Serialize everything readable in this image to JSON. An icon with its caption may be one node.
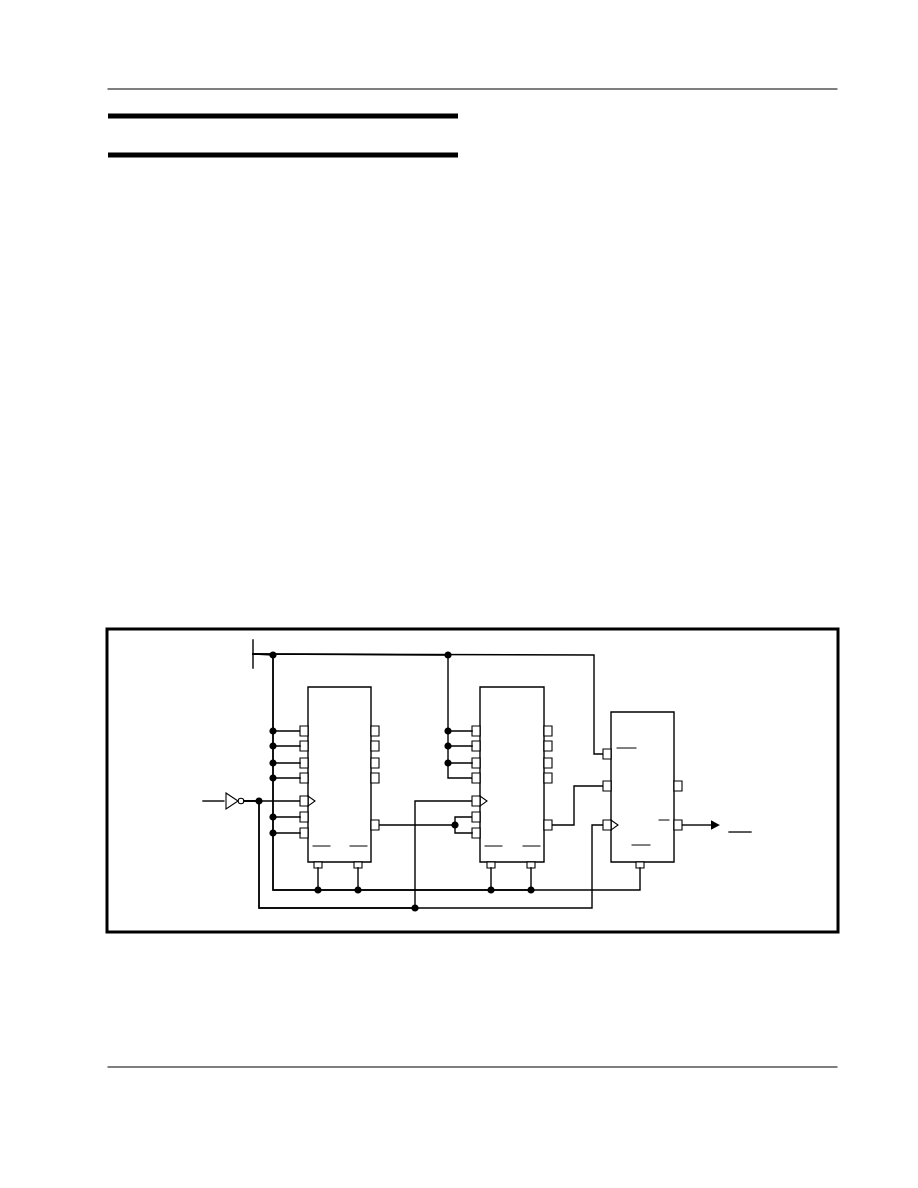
{
  "diagram": {
    "nodes": [
      {
        "text": [],
        "shape": "bar"
      },
      {
        "text": [],
        "shape": "triangle"
      },
      {
        "text": [],
        "shape": "box"
      },
      {
        "text": [],
        "shape": "box"
      },
      {
        "text": [],
        "shape": "box"
      }
    ],
    "edges": [
      {
        "from": null,
        "to": 1,
        "arrow": "none"
      },
      {
        "from": 0,
        "to": 2,
        "arrow": "none"
      },
      {
        "from": 0,
        "to": 3,
        "arrow": "none"
      },
      {
        "from": 0,
        "to": 4,
        "arrow": "none"
      },
      {
        "from": 1,
        "to": 2,
        "arrow": "none"
      },
      {
        "from": 1,
        "to": 3,
        "arrow": "none"
      },
      {
        "from": 1,
        "to": 4,
        "arrow": "none"
      },
      {
        "from": 2,
        "to": 3,
        "arrow": "none"
      },
      {
        "from": 3,
        "to": 4,
        "arrow": "none"
      },
      {
        "from": 4,
        "to": null,
        "arrow": "to"
      }
    ]
  }
}
